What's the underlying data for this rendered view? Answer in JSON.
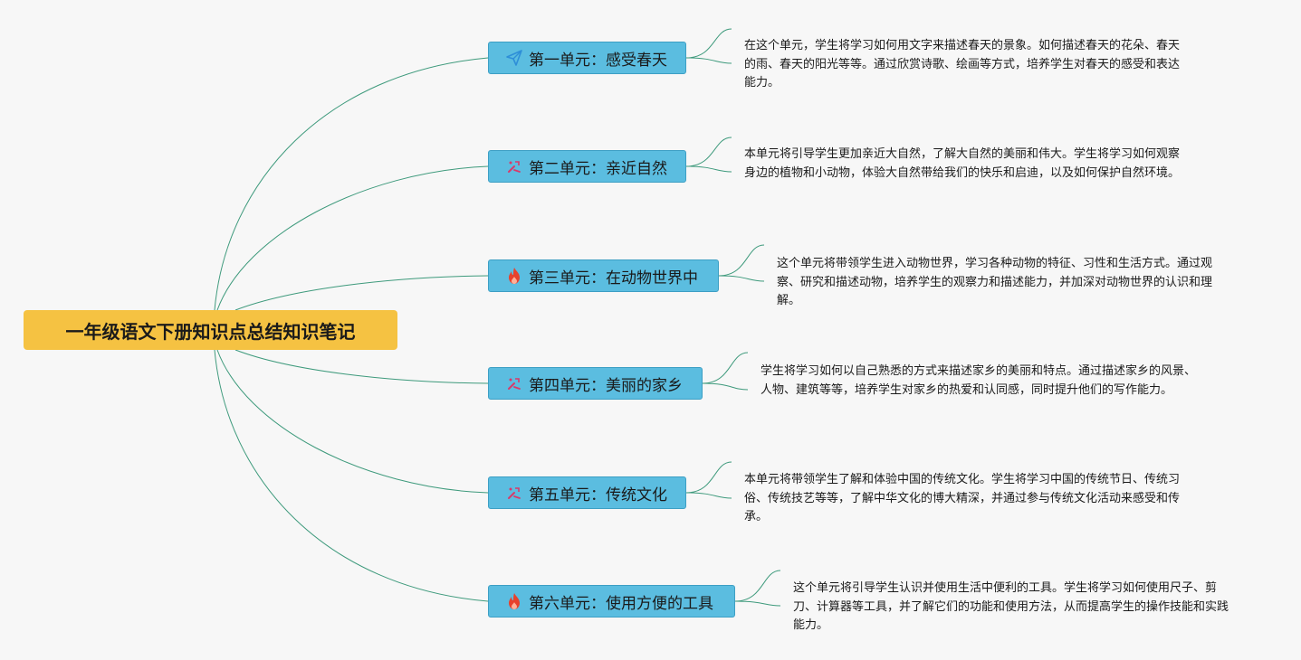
{
  "root": {
    "title": "一年级语文下册知识点总结知识笔记"
  },
  "branches": [
    {
      "label": "第一单元：感受春天",
      "icon": "paper-plane-icon",
      "desc": "在这个单元，学生将学习如何用文字来描述春天的景象。如何描述春天的花朵、春天的雨、春天的阳光等等。通过欣赏诗歌、绘画等方式，培养学生对春天的感受和表达能力。"
    },
    {
      "label": "第二单元：亲近自然",
      "icon": "tools-icon",
      "desc": "本单元将引导学生更加亲近大自然，了解大自然的美丽和伟大。学生将学习如何观察身边的植物和小动物，体验大自然带给我们的快乐和启迪，以及如何保护自然环境。"
    },
    {
      "label": "第三单元：在动物世界中",
      "icon": "fire-icon",
      "desc": "这个单元将带领学生进入动物世界，学习各种动物的特征、习性和生活方式。通过观察、研究和描述动物，培养学生的观察力和描述能力，并加深对动物世界的认识和理解。"
    },
    {
      "label": "第四单元：美丽的家乡",
      "icon": "tools-icon",
      "desc": "学生将学习如何以自己熟悉的方式来描述家乡的美丽和特点。通过描述家乡的风景、人物、建筑等等，培养学生对家乡的热爱和认同感，同时提升他们的写作能力。"
    },
    {
      "label": "第五单元：传统文化",
      "icon": "tools-icon",
      "desc": "本单元将带领学生了解和体验中国的传统文化。学生将学习中国的传统节日、传统习俗、传统技艺等等，了解中华文化的博大精深，并通过参与传统文化活动来感受和传承。"
    },
    {
      "label": "第六单元：使用方便的工具",
      "icon": "fire-icon",
      "desc": "这个单元将引导学生认识并使用生活中便利的工具。学生将学习如何使用尺子、剪刀、计算器等工具，并了解它们的功能和使用方法，从而提高学生的操作技能和实践能力。"
    }
  ],
  "colors": {
    "root_bg": "#f5c242",
    "branch_bg": "#5bbde0",
    "line": "#3e9a7c",
    "fire": "#e8412c",
    "plane": "#2e8fd8",
    "tools": "#d83a6a"
  }
}
